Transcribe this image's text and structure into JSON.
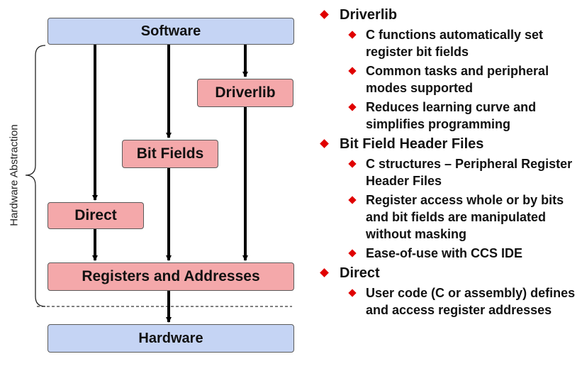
{
  "diagram": {
    "side_label": "Hardware Abstraction",
    "boxes": {
      "software": "Software",
      "driverlib": "Driverlib",
      "bit_fields": "Bit Fields",
      "direct": "Direct",
      "registers": "Registers and Addresses",
      "hardware": "Hardware"
    },
    "colors": {
      "top_bottom_box": "#c5d4f4",
      "layer_box": "#f4a8aa",
      "bullet": "#e00000"
    }
  },
  "bullets": [
    {
      "heading": "Driverlib",
      "items": [
        "C functions automatically set register bit fields",
        "Common tasks and peripheral modes supported",
        "Reduces learning curve and simplifies programming"
      ]
    },
    {
      "heading": "Bit Field Header Files",
      "items": [
        "C structures – Peripheral Register Header Files",
        "Register access whole or by bits and bit fields are manipulated without masking",
        "Ease-of-use with CCS IDE"
      ]
    },
    {
      "heading": "Direct",
      "items": [
        "User code (C or assembly) defines and access register addresses"
      ]
    }
  ]
}
